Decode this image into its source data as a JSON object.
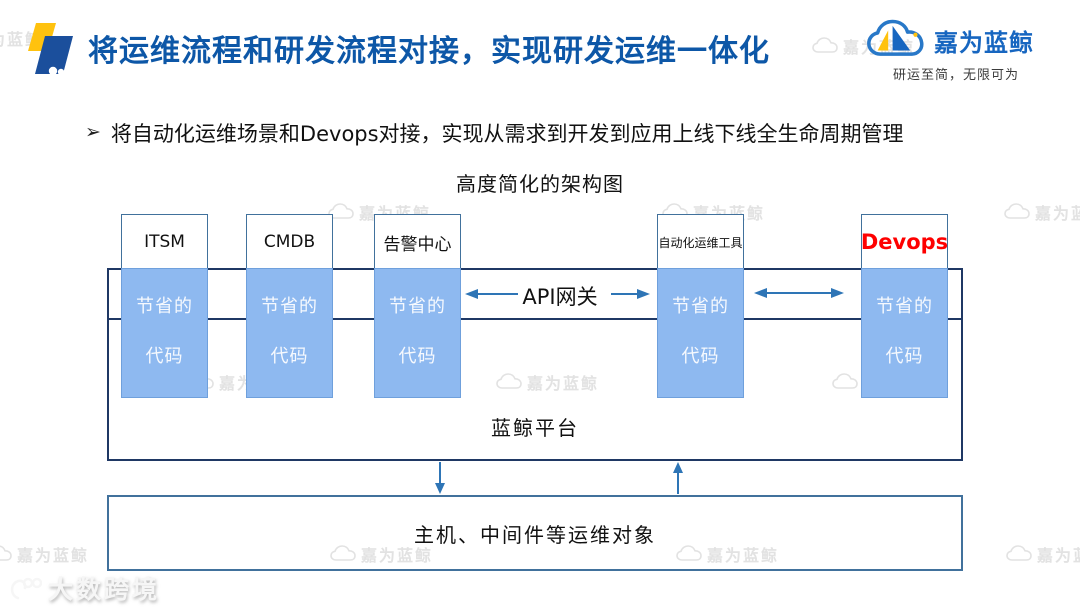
{
  "header": {
    "title": "将运维流程和研发流程对接，实现研发运维一体化",
    "brand": {
      "name": "嘉为蓝鲸",
      "tagline": "研运至简，无限可为"
    }
  },
  "intro": {
    "bullet_marker": "➢",
    "bullet_text": "将自动化运维场景和Devops对接，实现从需求到开发到应用上线下线全生命周期管理",
    "subtitle": "高度简化的架构图"
  },
  "diagram": {
    "columns": [
      {
        "label": "ITSM"
      },
      {
        "label": "CMDB"
      },
      {
        "label": "告警中心"
      },
      {
        "label": "自动化运维工具"
      },
      {
        "label": "Devops"
      }
    ],
    "saved_code": {
      "line1": "节省的",
      "line2": "代码"
    },
    "api_gateway_label": "API网关",
    "platform_label": "蓝鲸平台",
    "bottom_box_label": "主机、中间件等运维对象"
  },
  "watermarks": {
    "brand": "嘉为蓝鲸",
    "footer": "大数跨境"
  },
  "colors": {
    "title_blue": "#0d57a7",
    "brand_blue": "#1766c0",
    "brand_yellow": "#ffc20e",
    "box_fill_blue": "#8eb9f0",
    "box_border_blue": "#6fa0dc",
    "white_box_border": "#41719c",
    "platform_line_navy": "#1f3864",
    "arrow_blue": "#2e75b6",
    "devops_red": "#fe0000"
  }
}
